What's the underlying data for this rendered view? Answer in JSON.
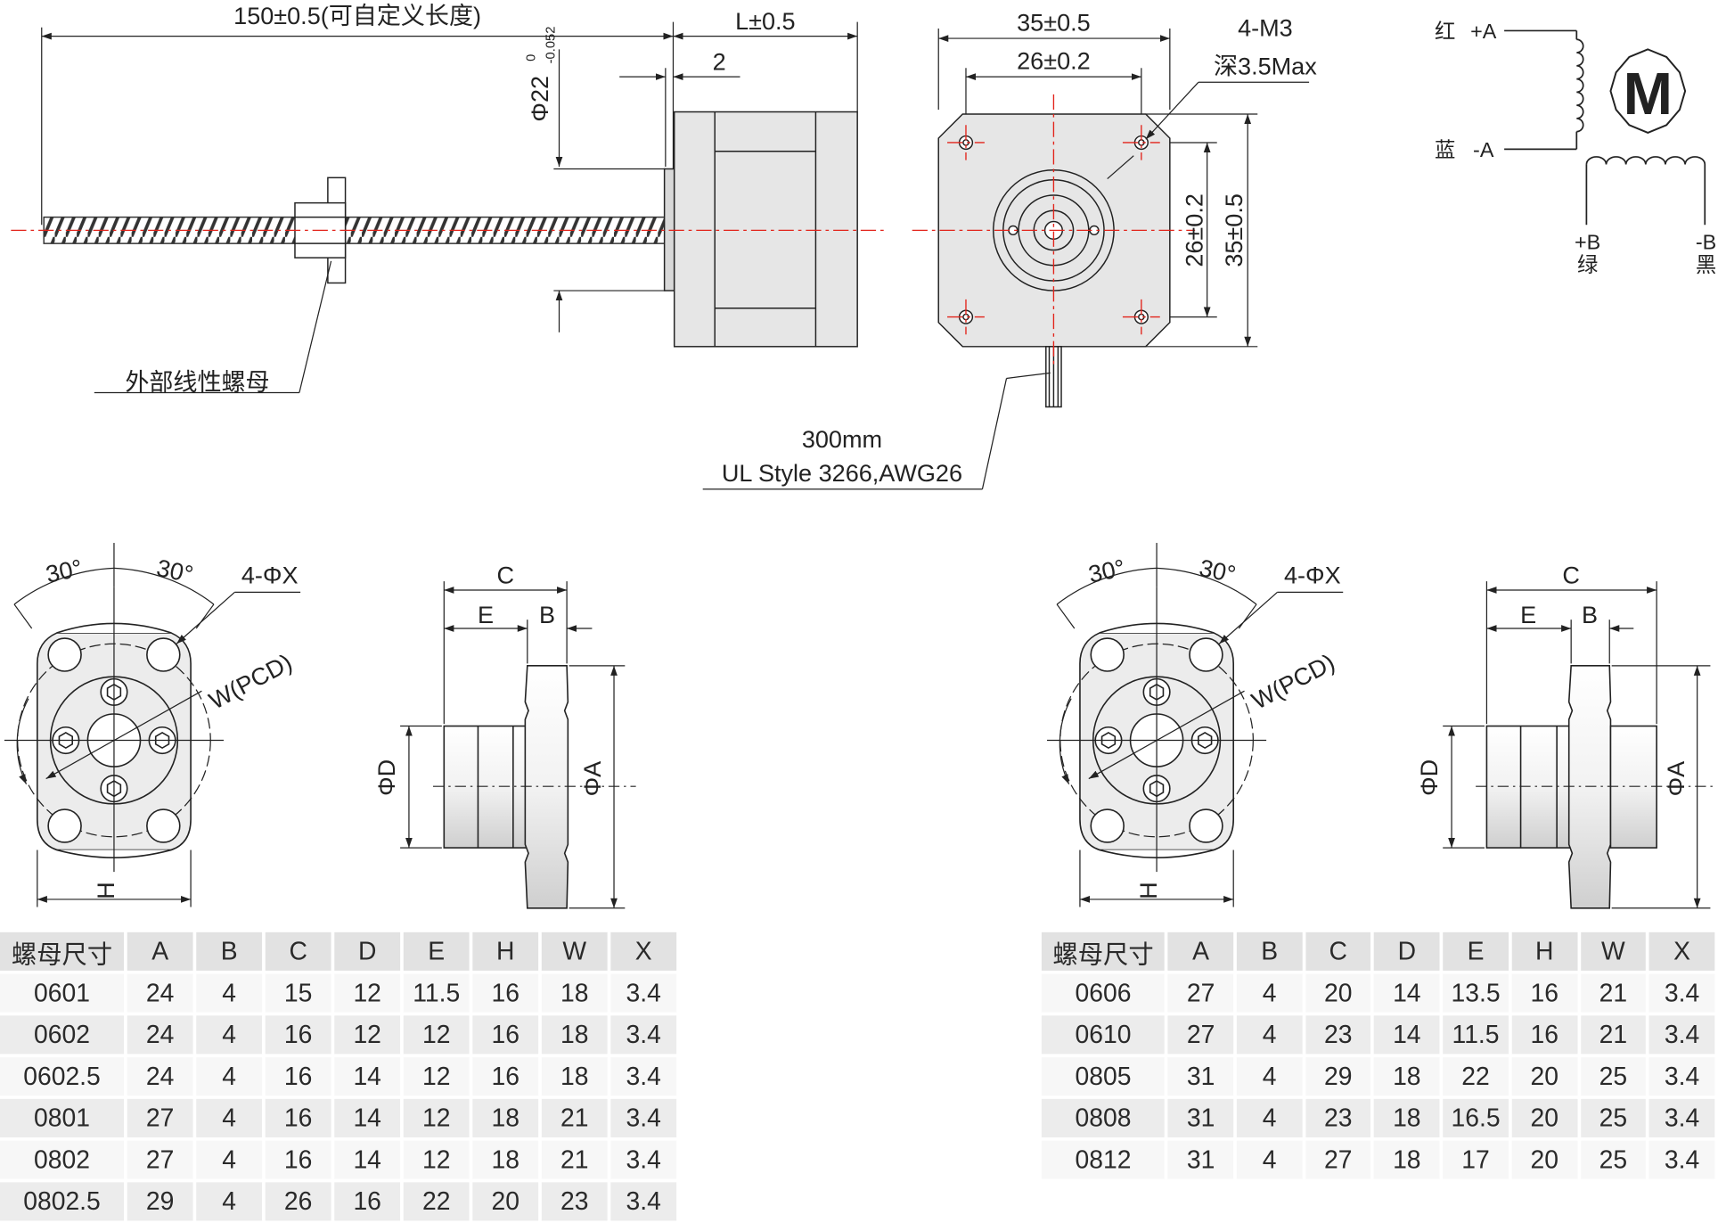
{
  "top": {
    "length_dim": "150±0.5(可自定义长度)",
    "motor_len_dim": "L±0.5",
    "flange_dim": "2",
    "shaft_dia_main": "Φ22",
    "shaft_dia_tol_up": "0",
    "shaft_dia_tol_low": "-0.052",
    "nut_label": "外部线性螺母",
    "front_width_dim": "35±0.5",
    "front_hole_dim": "26±0.2",
    "front_height_hole_dim": "26±0.2",
    "front_height_dim": "35±0.5",
    "screw_note_1": "4-M3",
    "screw_note_2": "深3.5Max",
    "cable_1": "300mm",
    "cable_2": "UL Style 3266,AWG26"
  },
  "wiring": {
    "red": "红",
    "a_plus": "+A",
    "blue": "蓝",
    "a_minus": "-A",
    "motor": "M",
    "b_plus": "+B",
    "green": "绿",
    "b_minus": "-B",
    "black": "黑"
  },
  "nut_drawing": {
    "angle_left": "30°",
    "angle_right": "30°",
    "holes": "4-ΦX",
    "pcd": "W(PCD)",
    "h": "H",
    "c": "C",
    "e": "E",
    "b": "B",
    "d": "ΦD",
    "a": "ΦA"
  },
  "table_left": {
    "headers": [
      "螺母尺寸",
      "A",
      "B",
      "C",
      "D",
      "E",
      "H",
      "W",
      "X"
    ],
    "rows": [
      [
        "0601",
        "24",
        "4",
        "15",
        "12",
        "11.5",
        "16",
        "18",
        "3.4"
      ],
      [
        "0602",
        "24",
        "4",
        "16",
        "12",
        "12",
        "16",
        "18",
        "3.4"
      ],
      [
        "0602.5",
        "24",
        "4",
        "16",
        "14",
        "12",
        "16",
        "18",
        "3.4"
      ],
      [
        "0801",
        "27",
        "4",
        "16",
        "14",
        "12",
        "18",
        "21",
        "3.4"
      ],
      [
        "0802",
        "27",
        "4",
        "16",
        "14",
        "12",
        "18",
        "21",
        "3.4"
      ],
      [
        "0802.5",
        "29",
        "4",
        "26",
        "16",
        "22",
        "20",
        "23",
        "3.4"
      ]
    ]
  },
  "table_right": {
    "headers": [
      "螺母尺寸",
      "A",
      "B",
      "C",
      "D",
      "E",
      "H",
      "W",
      "X"
    ],
    "rows": [
      [
        "0606",
        "27",
        "4",
        "20",
        "14",
        "13.5",
        "16",
        "21",
        "3.4"
      ],
      [
        "0610",
        "27",
        "4",
        "23",
        "14",
        "11.5",
        "16",
        "21",
        "3.4"
      ],
      [
        "0805",
        "31",
        "4",
        "29",
        "18",
        "22",
        "20",
        "25",
        "3.4"
      ],
      [
        "0808",
        "31",
        "4",
        "23",
        "18",
        "16.5",
        "20",
        "25",
        "3.4"
      ],
      [
        "0812",
        "31",
        "4",
        "27",
        "18",
        "17",
        "20",
        "25",
        "3.4"
      ]
    ]
  },
  "colors": {
    "centerline": "#e2231a",
    "line": "#222222",
    "body_fill": "#e6e6e6"
  }
}
